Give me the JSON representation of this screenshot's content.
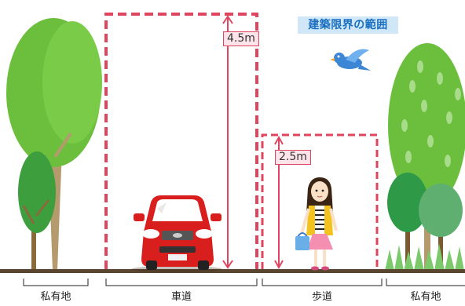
{
  "title": "建築限界の範囲",
  "dimensions": {
    "carriageway_height": "4.5m",
    "sidewalk_height": "2.5m"
  },
  "zones": {
    "left_private": "私有地",
    "carriageway": "車道",
    "sidewalk": "歩道",
    "right_private": "私有地"
  },
  "colors": {
    "clearance_line": "#e0455f",
    "title_bg": "#cfe7f7",
    "title_text": "#1a6fc0",
    "ground": "#5a4630",
    "car_body": "#d91e1e",
    "tree_green": "#6cbf3d",
    "bird": "#3d86d6"
  }
}
